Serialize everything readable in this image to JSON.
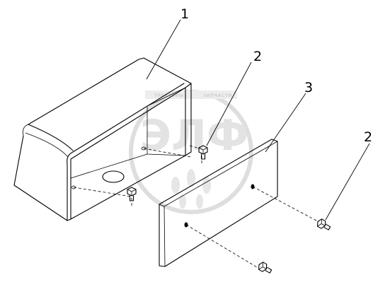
{
  "watermark": {
    "small_left": "ТРАКТОРЫ",
    "small_right": "ЗАПЧАСТИ",
    "big": "ЭЛФ"
  },
  "callouts": {
    "part_1": "1",
    "part_2_upper": "2",
    "part_3": "3",
    "part_2_right": "2"
  }
}
